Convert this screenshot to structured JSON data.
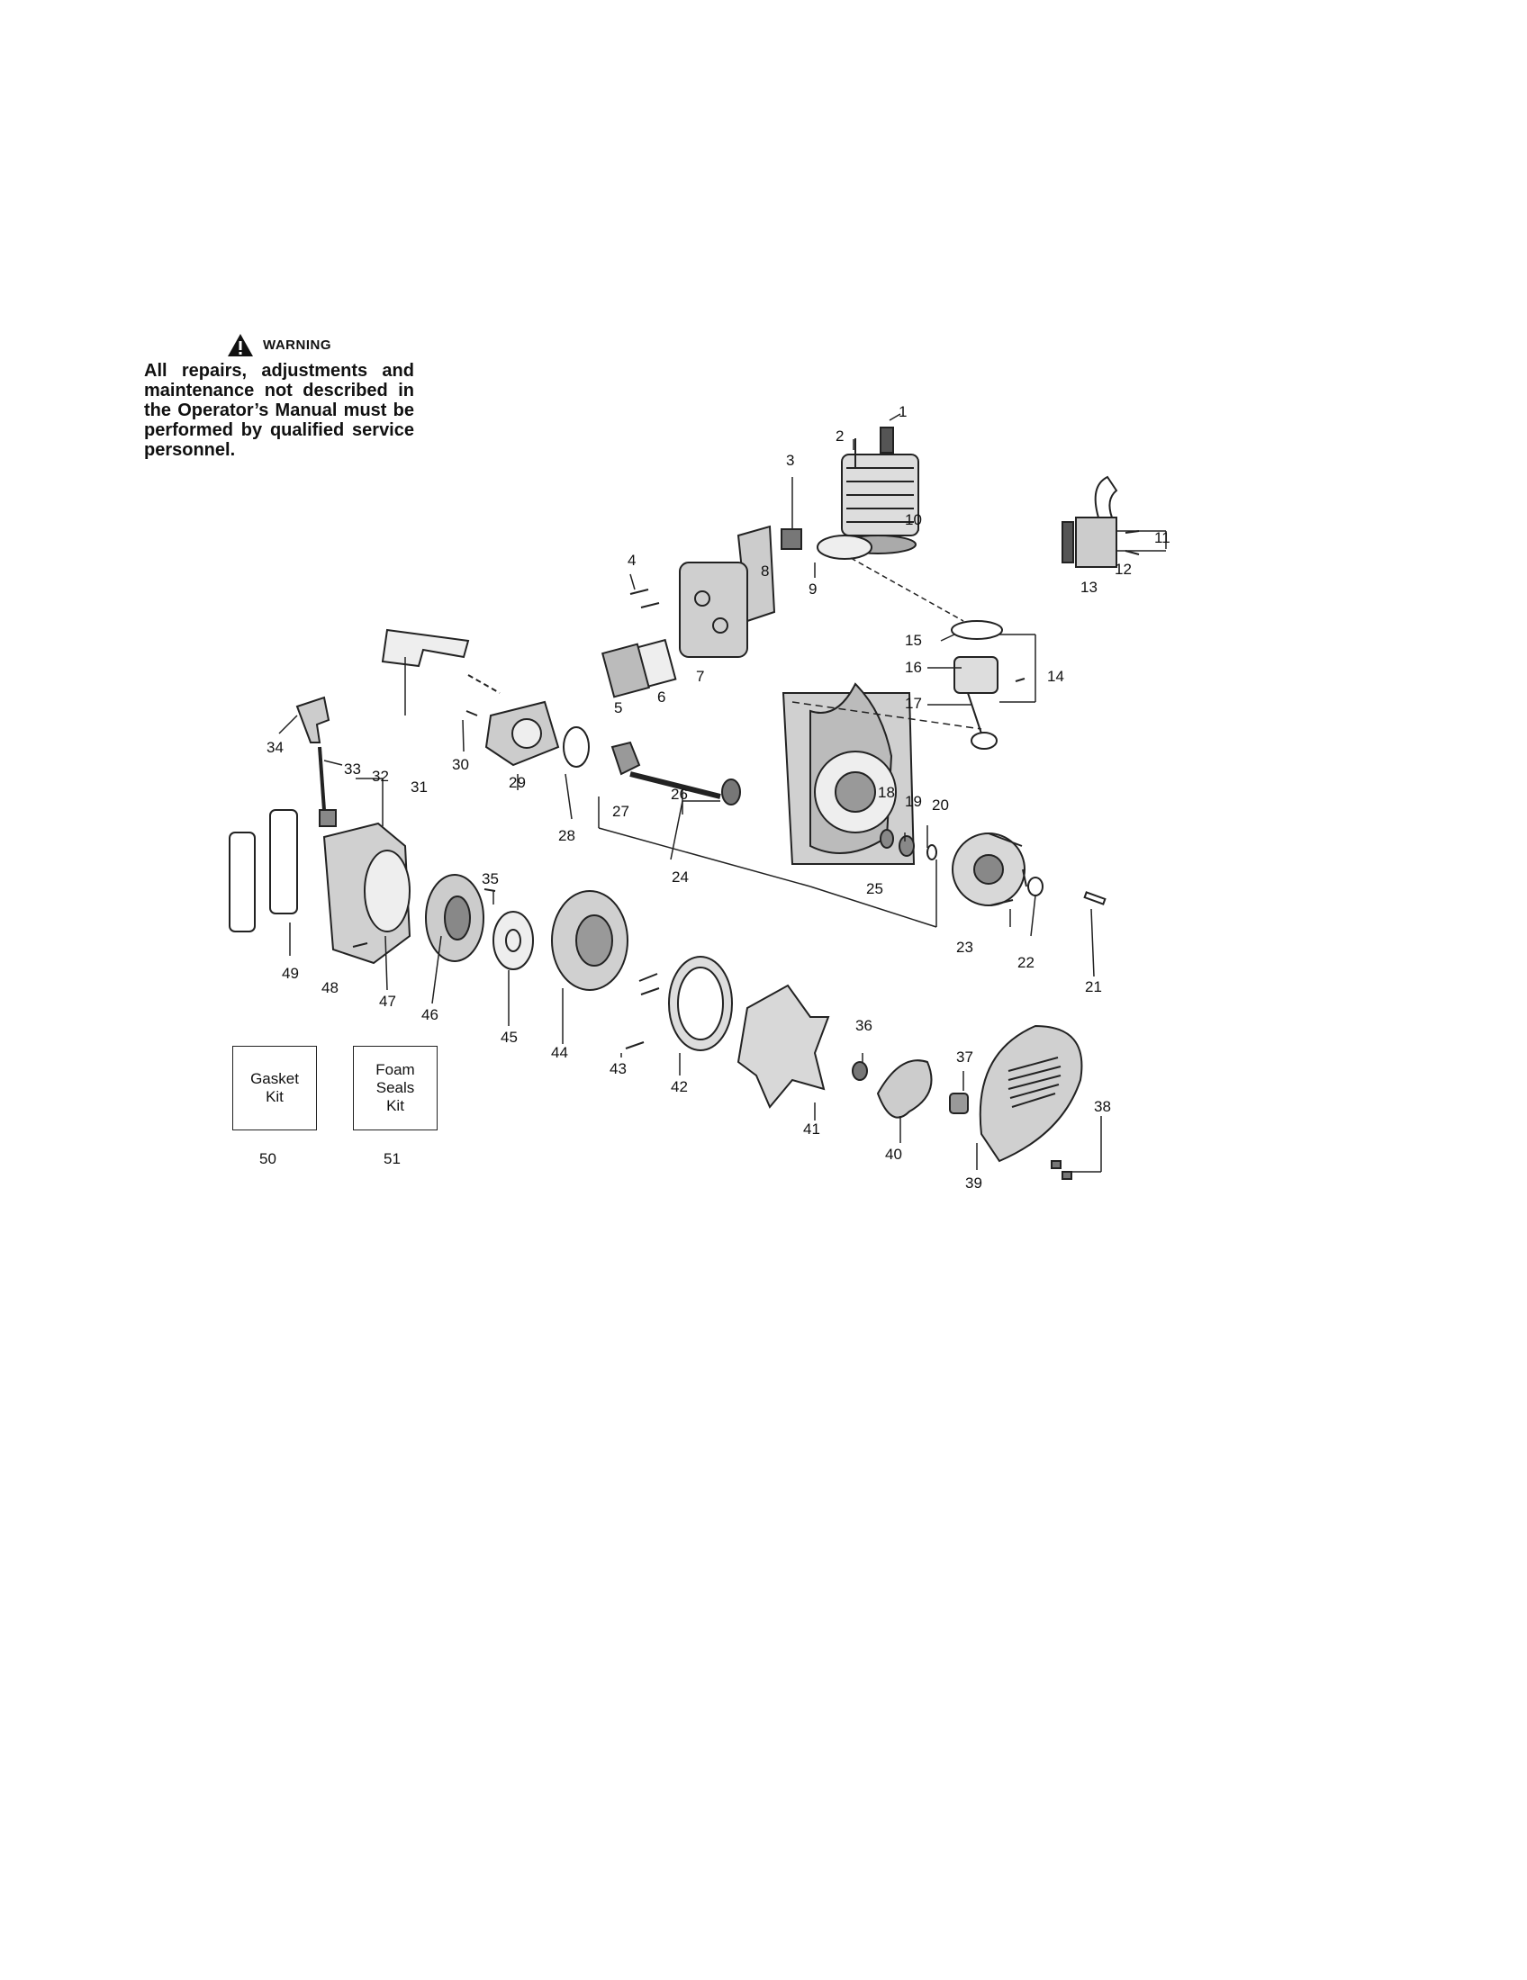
{
  "warning": {
    "heading": "WARNING",
    "text": "All repairs, adjustments and maintenance not described in the Operator’s Manual must be performed by qualified service personnel."
  },
  "kits": [
    {
      "label": "Gasket\nKit",
      "number": "50"
    },
    {
      "label": "Foam\nSeals\nKit",
      "number": "51"
    }
  ],
  "callouts": [
    "1",
    "2",
    "3",
    "4",
    "5",
    "6",
    "7",
    "8",
    "9",
    "10",
    "11",
    "12",
    "13",
    "14",
    "15",
    "16",
    "17",
    "18",
    "19",
    "20",
    "21",
    "22",
    "23",
    "24",
    "25",
    "26",
    "27",
    "28",
    "29",
    "30",
    "31",
    "32",
    "33",
    "34",
    "35",
    "36",
    "37",
    "38",
    "39",
    "40",
    "41",
    "42",
    "43",
    "44",
    "45",
    "46",
    "47",
    "48",
    "49"
  ],
  "colors": {
    "line": "#222222",
    "background": "#ffffff"
  },
  "icons": [
    "warning-triangle-icon"
  ]
}
